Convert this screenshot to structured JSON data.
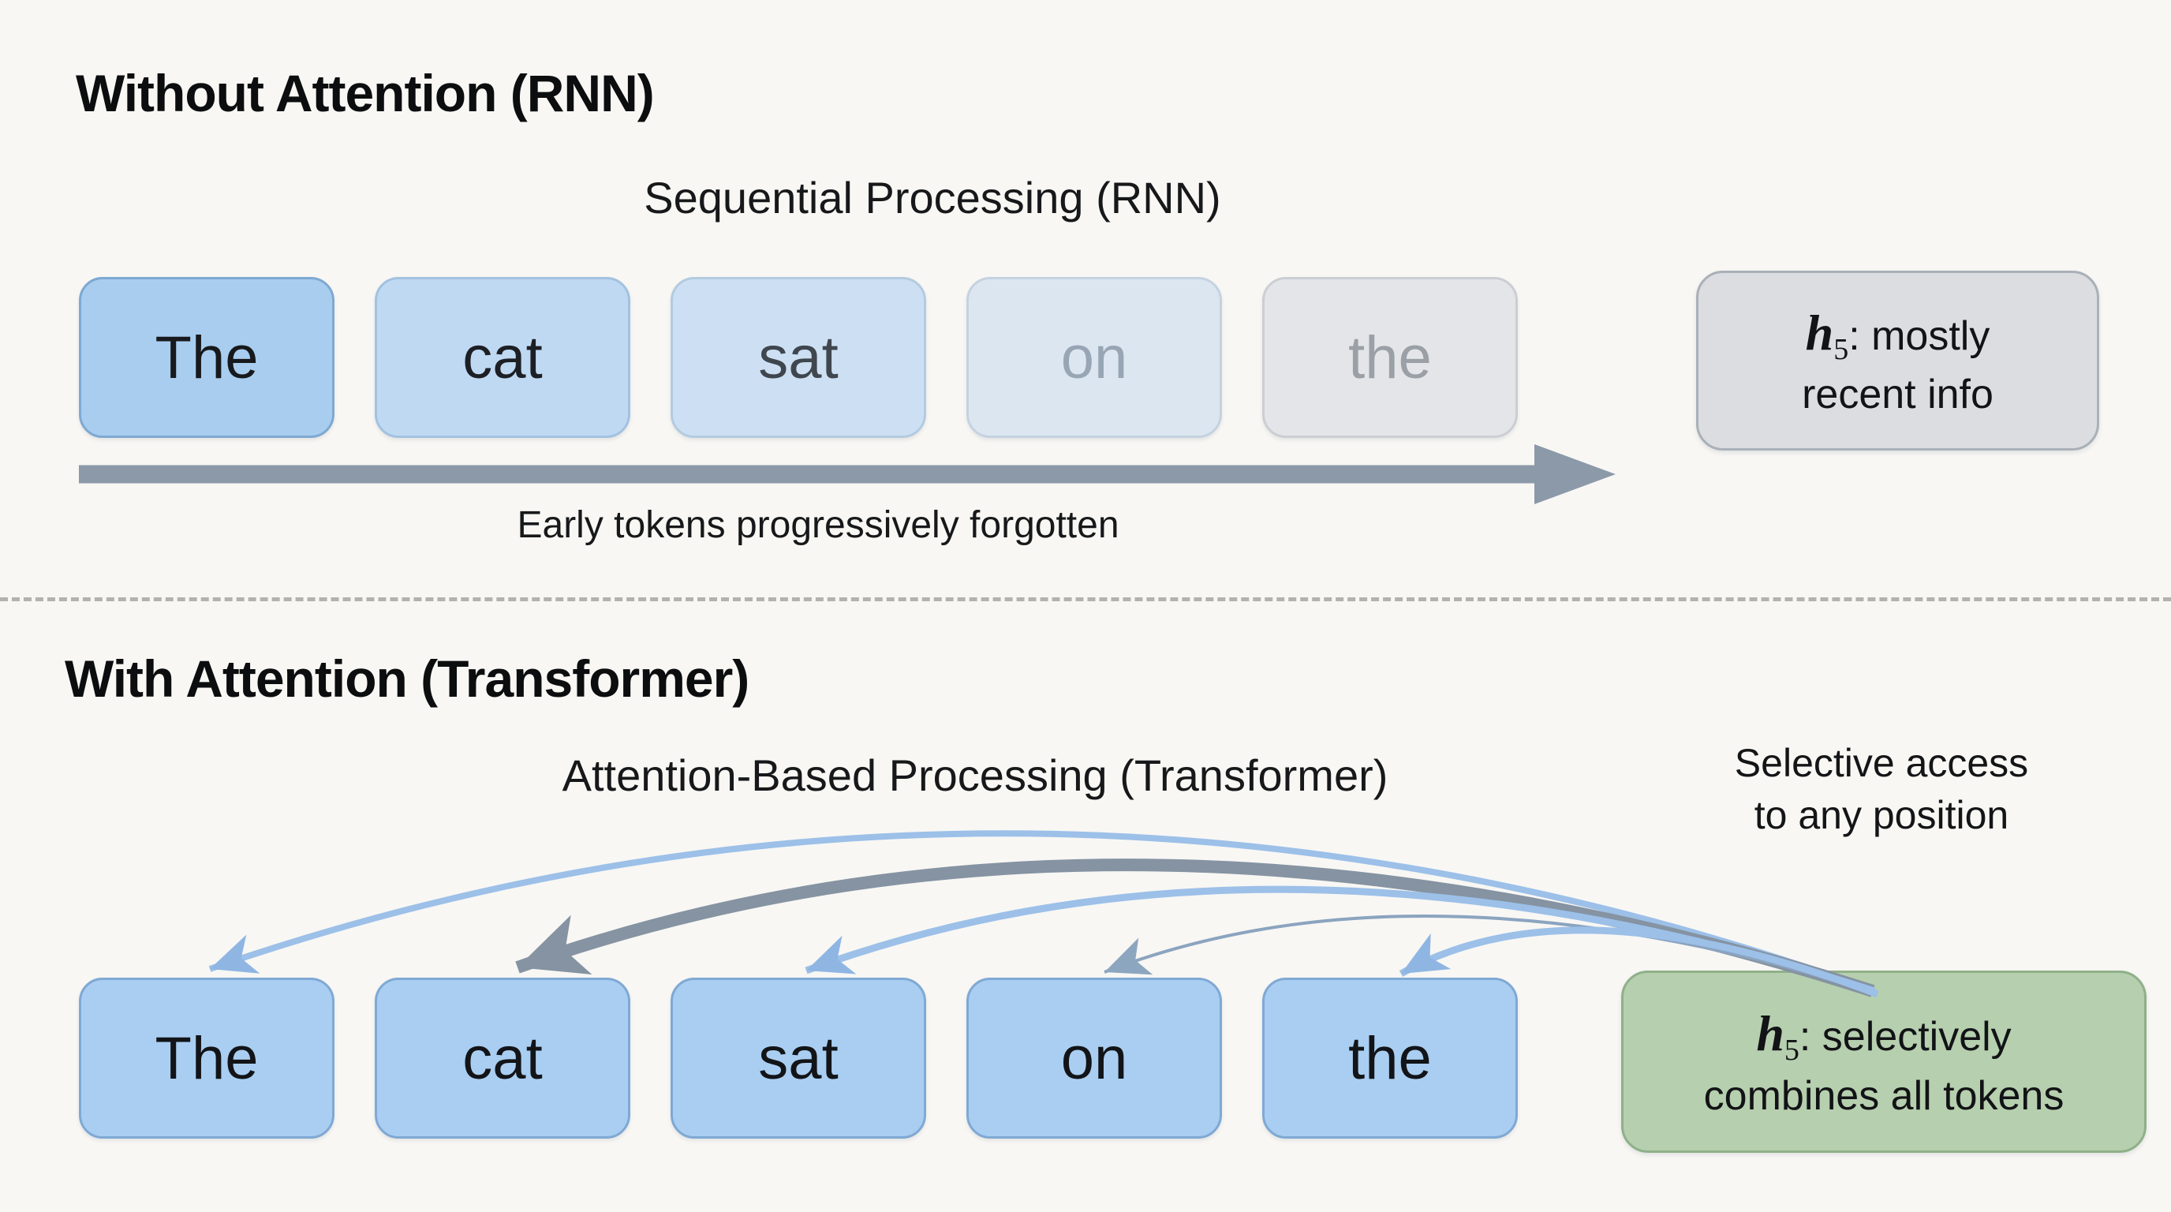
{
  "background": "#f8f7f4",
  "divider_color": "#b4b2ae",
  "rnn_section": {
    "heading": "Without Attention (RNN)",
    "subtitle": "Sequential Processing (RNN)",
    "tokens": [
      {
        "label": "The",
        "fill": "#a8cdef",
        "border": "#7ea9d2",
        "text_color": "#17191c"
      },
      {
        "label": "cat",
        "fill": "#c0d9f3",
        "border": "#a2c2e0",
        "text_color": "#1c1f24"
      },
      {
        "label": "sat",
        "fill": "#cde0f3",
        "border": "#b3cbe0",
        "text_color": "#3f464e"
      },
      {
        "label": "on",
        "fill": "#dce6f1",
        "border": "#c5d2e0",
        "text_color": "#97a5b4"
      },
      {
        "label": "the",
        "fill": "#e3e5e8",
        "border": "#cbced3",
        "text_color": "#9b9fa6"
      }
    ],
    "hidden_state_box": {
      "var": "h",
      "subscript": "5",
      "line1_rest": ": mostly",
      "line2": "recent info",
      "fill": "#dbdde1",
      "border": "#aab0b8"
    },
    "arrow_color": "#8b99a9",
    "arrow_label": "Early tokens progressively forgotten"
  },
  "attention_section": {
    "heading": "With Attention (Transformer)",
    "subtitle": "Attention-Based Processing (Transformer)",
    "side_note_line1": "Selective access",
    "side_note_line2": "to any position",
    "tokens": [
      {
        "label": "The",
        "fill": "#a9cef1",
        "border": "#7fa9d4",
        "text_color": "#121418"
      },
      {
        "label": "cat",
        "fill": "#a9cef1",
        "border": "#7fa9d4",
        "text_color": "#121418"
      },
      {
        "label": "sat",
        "fill": "#a9cef1",
        "border": "#7fa9d4",
        "text_color": "#121418"
      },
      {
        "label": "on",
        "fill": "#a9cef1",
        "border": "#7fa9d4",
        "text_color": "#121418"
      },
      {
        "label": "the",
        "fill": "#a9cef1",
        "border": "#7fa9d4",
        "text_color": "#121418"
      }
    ],
    "hidden_state_box": {
      "var": "h",
      "subscript": "5",
      "line1_rest": ": selectively",
      "line2": "combines all tokens",
      "fill": "#b6cfae",
      "border": "#8fb089"
    },
    "arcs": [
      {
        "to": "The",
        "color": "#9cc0e8",
        "width": 8
      },
      {
        "to": "cat",
        "color": "#8593a2",
        "width": 16
      },
      {
        "to": "sat",
        "color": "#9cc0e8",
        "width": 9
      },
      {
        "to": "on",
        "color": "#8ba4bf",
        "width": 4
      },
      {
        "to": "the",
        "color": "#9cc0e8",
        "width": 9
      }
    ],
    "arc_head_colors": {
      "blue": "#8fb6e2",
      "gray": "#8593a2",
      "thin": "#8da6c0"
    }
  }
}
